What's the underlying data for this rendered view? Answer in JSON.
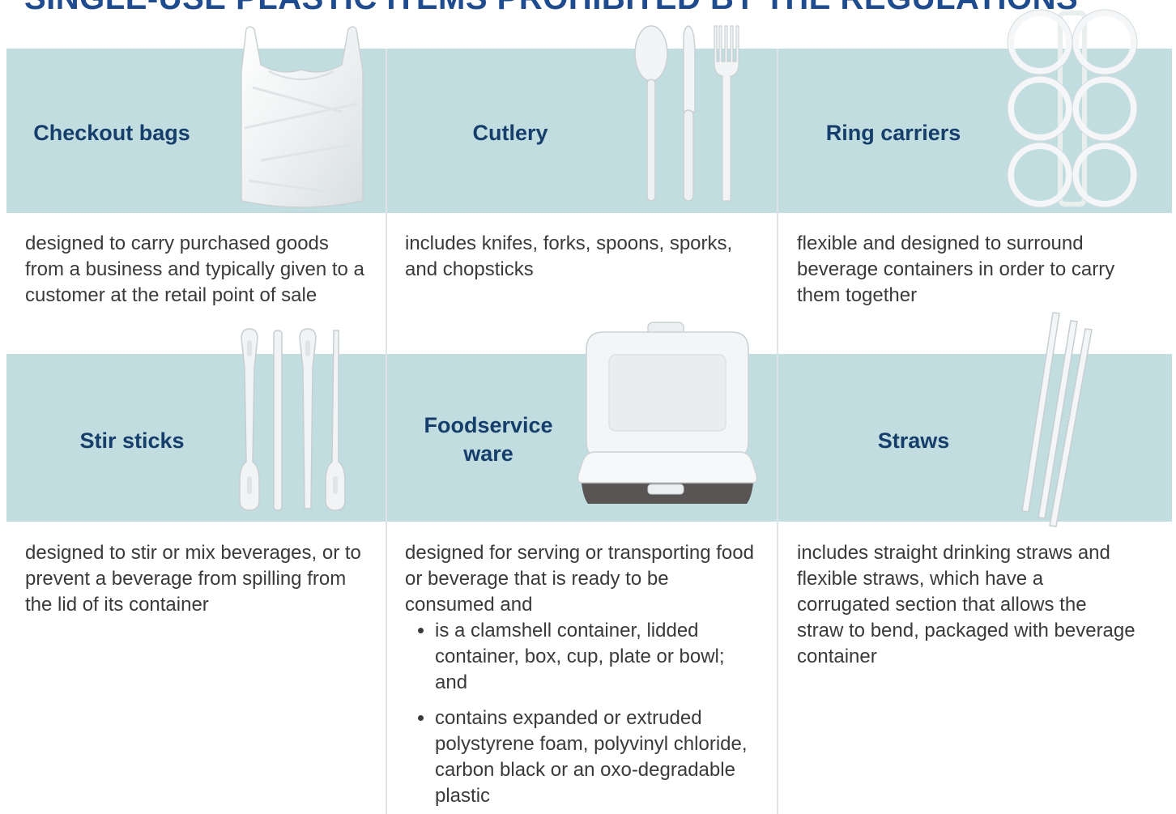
{
  "title": "SINGLE-USE PLASTIC ITEMS PROHIBITED BY THE REGULATIONS",
  "items": [
    {
      "label": "Checkout bags",
      "description": "designed to carry purchased goods from a business and typically given to a customer at the retail point of sale",
      "icon": "plastic-bag-icon"
    },
    {
      "label": "Cutlery",
      "description": "includes knifes, forks, spoons, sporks, and chopsticks",
      "icon": "cutlery-icon"
    },
    {
      "label": "Ring carriers",
      "description": "flexible and designed to surround beverage containers in order to carry them together",
      "icon": "ring-carrier-icon"
    },
    {
      "label": "Stir sticks",
      "description": "designed to stir or mix beverages, or to prevent a beverage from spilling from the lid of its container",
      "icon": "stir-stick-icon"
    },
    {
      "label_line1": "Foodservice",
      "label_line2": "ware",
      "description": "designed for serving or transporting food or beverage that is ready to be consumed and",
      "bullets": [
        "is a clamshell container, lidded container, box, cup, plate or bowl; and",
        "contains expanded or extruded polystyrene foam, polyvinyl chloride, carbon black or an oxo-degradable plastic"
      ],
      "icon": "clamshell-container-icon"
    },
    {
      "label": "Straws",
      "description": "includes straight drinking straws and flexible straws, which have a corrugated section that allows the straw to bend, packaged with beverage container",
      "icon": "straw-icon"
    }
  ]
}
